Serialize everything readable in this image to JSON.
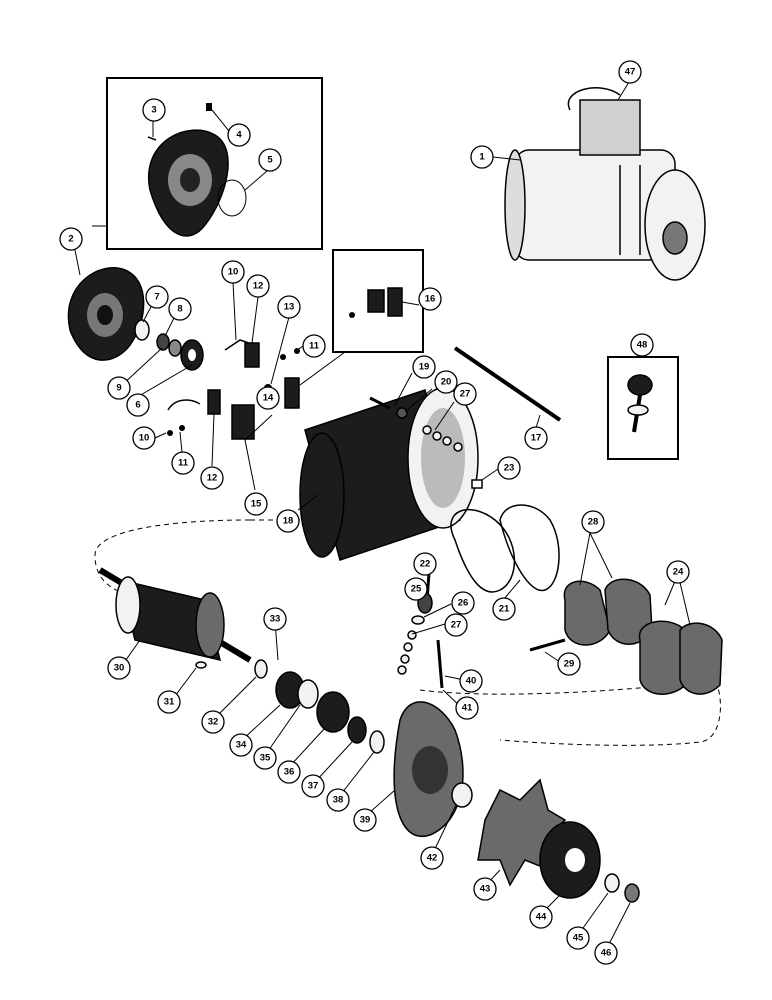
{
  "diagram": {
    "type": "exploded-parts-view",
    "callouts": [
      {
        "id": "c1",
        "label": "1"
      },
      {
        "id": "c2",
        "label": "2"
      },
      {
        "id": "c3",
        "label": "3"
      },
      {
        "id": "c4",
        "label": "4"
      },
      {
        "id": "c5",
        "label": "5"
      },
      {
        "id": "c6",
        "label": "6"
      },
      {
        "id": "c7",
        "label": "7"
      },
      {
        "id": "c8",
        "label": "8"
      },
      {
        "id": "c9",
        "label": "9"
      },
      {
        "id": "c10a",
        "label": "10"
      },
      {
        "id": "c10b",
        "label": "10"
      },
      {
        "id": "c11a",
        "label": "11"
      },
      {
        "id": "c11b",
        "label": "11"
      },
      {
        "id": "c12a",
        "label": "12"
      },
      {
        "id": "c12b",
        "label": "12"
      },
      {
        "id": "c13",
        "label": "13"
      },
      {
        "id": "c14",
        "label": "14"
      },
      {
        "id": "c15",
        "label": "15"
      },
      {
        "id": "c16",
        "label": "16"
      },
      {
        "id": "c17",
        "label": "17"
      },
      {
        "id": "c18",
        "label": "18"
      },
      {
        "id": "c19",
        "label": "19"
      },
      {
        "id": "c20",
        "label": "20"
      },
      {
        "id": "c21",
        "label": "21"
      },
      {
        "id": "c22",
        "label": "22"
      },
      {
        "id": "c23",
        "label": "23"
      },
      {
        "id": "c24",
        "label": "24"
      },
      {
        "id": "c25",
        "label": "25"
      },
      {
        "id": "c26",
        "label": "26"
      },
      {
        "id": "c27a",
        "label": "27"
      },
      {
        "id": "c27b",
        "label": "27"
      },
      {
        "id": "c28",
        "label": "28"
      },
      {
        "id": "c29",
        "label": "29"
      },
      {
        "id": "c30",
        "label": "30"
      },
      {
        "id": "c31",
        "label": "31"
      },
      {
        "id": "c32",
        "label": "32"
      },
      {
        "id": "c33",
        "label": "33"
      },
      {
        "id": "c34",
        "label": "34"
      },
      {
        "id": "c35",
        "label": "35"
      },
      {
        "id": "c36",
        "label": "36"
      },
      {
        "id": "c37",
        "label": "37"
      },
      {
        "id": "c38",
        "label": "38"
      },
      {
        "id": "c39",
        "label": "39"
      },
      {
        "id": "c40",
        "label": "40"
      },
      {
        "id": "c41",
        "label": "41"
      },
      {
        "id": "c42",
        "label": "42"
      },
      {
        "id": "c43",
        "label": "43"
      },
      {
        "id": "c44",
        "label": "44"
      },
      {
        "id": "c45",
        "label": "45"
      },
      {
        "id": "c46",
        "label": "46"
      },
      {
        "id": "c47",
        "label": "47"
      },
      {
        "id": "c48",
        "label": "48"
      }
    ]
  }
}
